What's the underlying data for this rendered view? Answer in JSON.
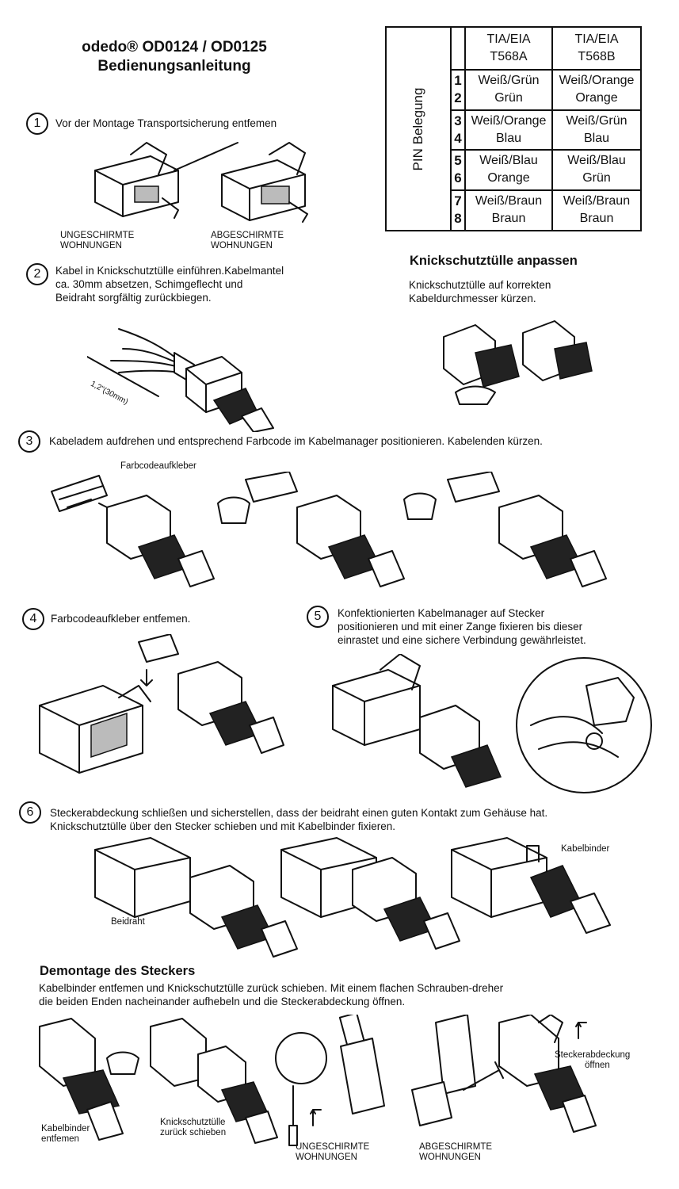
{
  "header": {
    "title_line1": "odedo® OD0124 / OD0125",
    "title_line2": "Bedienungsanleitung"
  },
  "pin_table": {
    "side_label": "PIN Belegung",
    "col_a_header": [
      "TIA/EIA",
      "T568A"
    ],
    "col_b_header": [
      "TIA/EIA",
      "T568B"
    ],
    "rows": [
      {
        "pins": [
          "1",
          "2"
        ],
        "a": [
          "Weiß/Grün",
          "Grün"
        ],
        "b": [
          "Weiß/Orange",
          "Orange"
        ]
      },
      {
        "pins": [
          "3",
          "4"
        ],
        "a": [
          "Weiß/Orange",
          "Blau"
        ],
        "b": [
          "Weiß/Grün",
          "Blau"
        ]
      },
      {
        "pins": [
          "5",
          "6"
        ],
        "a": [
          "Weiß/Blau",
          "Orange"
        ],
        "b": [
          "Weiß/Blau",
          "Grün"
        ]
      },
      {
        "pins": [
          "7",
          "8"
        ],
        "a": [
          "Weiß/Braun",
          "Braun"
        ],
        "b": [
          "Weiß/Braun",
          "Braun"
        ]
      }
    ]
  },
  "steps": [
    {
      "num": "1",
      "text": [
        "Vor der Montage Transportsicherung entfemen"
      ]
    },
    {
      "num": "2",
      "text": [
        "Kabel in Knickschutztülle einführen.Kabelmantel",
        "ca. 30mm absetzen, Schimgeflecht und",
        "Beidraht sorgfältig zurückbiegen."
      ]
    },
    {
      "num": "3",
      "text": [
        "Kabeladem aufdrehen und entsprechend Farbcode im Kabelmanager positionieren. Kabelenden kürzen."
      ]
    },
    {
      "num": "4",
      "text": [
        "Farbcodeaufkleber entfemen."
      ]
    },
    {
      "num": "5",
      "text": [
        "Konfektionierten Kabelmanager auf Stecker",
        "positionieren und mit einer Zange fixieren bis dieser",
        "einrastet und eine sichere Verbindung gewährleistet."
      ]
    },
    {
      "num": "6",
      "text": [
        "Steckerabdeckung schließen und sicherstellen, dass der beidraht einen guten Kontakt zum Gehäuse hat.",
        "Knickschutztülle über den Stecker schieben und mit Kabelbinder fixieren."
      ]
    }
  ],
  "labels": {
    "unshielded": [
      "UNGESCHIRMTE",
      "WOHNUNGEN"
    ],
    "shielded": [
      "ABGESCHIRMTE",
      "WOHNUNGEN"
    ],
    "dimension": "1,2\"(30mm)",
    "color_sticker": "Farbcodeaufkleber",
    "drain_wire": "Beidraht",
    "cable_tie": "Kabelbinder",
    "remove_tie": [
      "Kabelbinder",
      "entfemen"
    ],
    "push_back": [
      "Knickschutztülle",
      "zurück schieben"
    ],
    "open_cover": [
      "Steckerabdeckung",
      "öffnen"
    ],
    "unshielded_bottom": [
      "UNGESCHIRMTE",
      "WOHNUNGEN"
    ],
    "shielded_bottom": [
      "ABGESCHIRMTE",
      "WOHNUNGEN"
    ]
  },
  "boot_section": {
    "heading": "Knickschutztülle anpassen",
    "text": [
      "Knickschutztülle auf korrekten",
      "Kabeldurchmesser kürzen."
    ]
  },
  "disassembly": {
    "heading": "Demontage des Steckers",
    "text": [
      "Kabelbinder entfemen und Knickschutztülle zurück schieben. Mit einem flachen Schrauben-dreher",
      "die beiden Enden nacheinander aufhebeln und die Steckerabdeckung öffnen."
    ]
  }
}
